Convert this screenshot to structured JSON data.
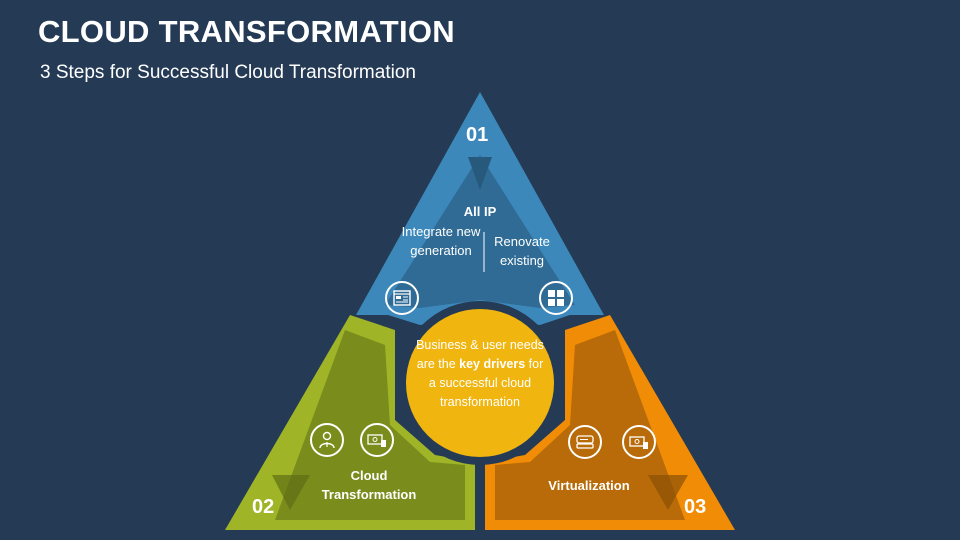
{
  "header": {
    "title": "CLOUD TRANSFORMATION",
    "subtitle": "3 Steps for Successful Cloud Transformation"
  },
  "colors": {
    "background": "#253a54",
    "top_section": "#3d88ba",
    "top_inner": "#2f6b95",
    "left_section": "#9fb527",
    "left_inner": "#7a8c1c",
    "right_section": "#f18c07",
    "right_inner": "#b86b08",
    "center_circle": "#f0b50f"
  },
  "sections": {
    "top": {
      "number": "01",
      "heading": "All IP",
      "left_text": "Integrate new generation",
      "right_text": "Renovate existing",
      "icons": [
        "web-layout-icon",
        "grid-squares-icon"
      ]
    },
    "left": {
      "number": "02",
      "label": "Cloud Transformation",
      "icons": [
        "businessman-icon",
        "money-icon"
      ]
    },
    "right": {
      "number": "03",
      "label": "Virtualization",
      "icons": [
        "server-rack-icon",
        "money-icon"
      ]
    }
  },
  "center": {
    "text_before": "Business & user needs are the ",
    "text_bold": "key drivers",
    "text_after": " for a successful cloud transformation"
  }
}
